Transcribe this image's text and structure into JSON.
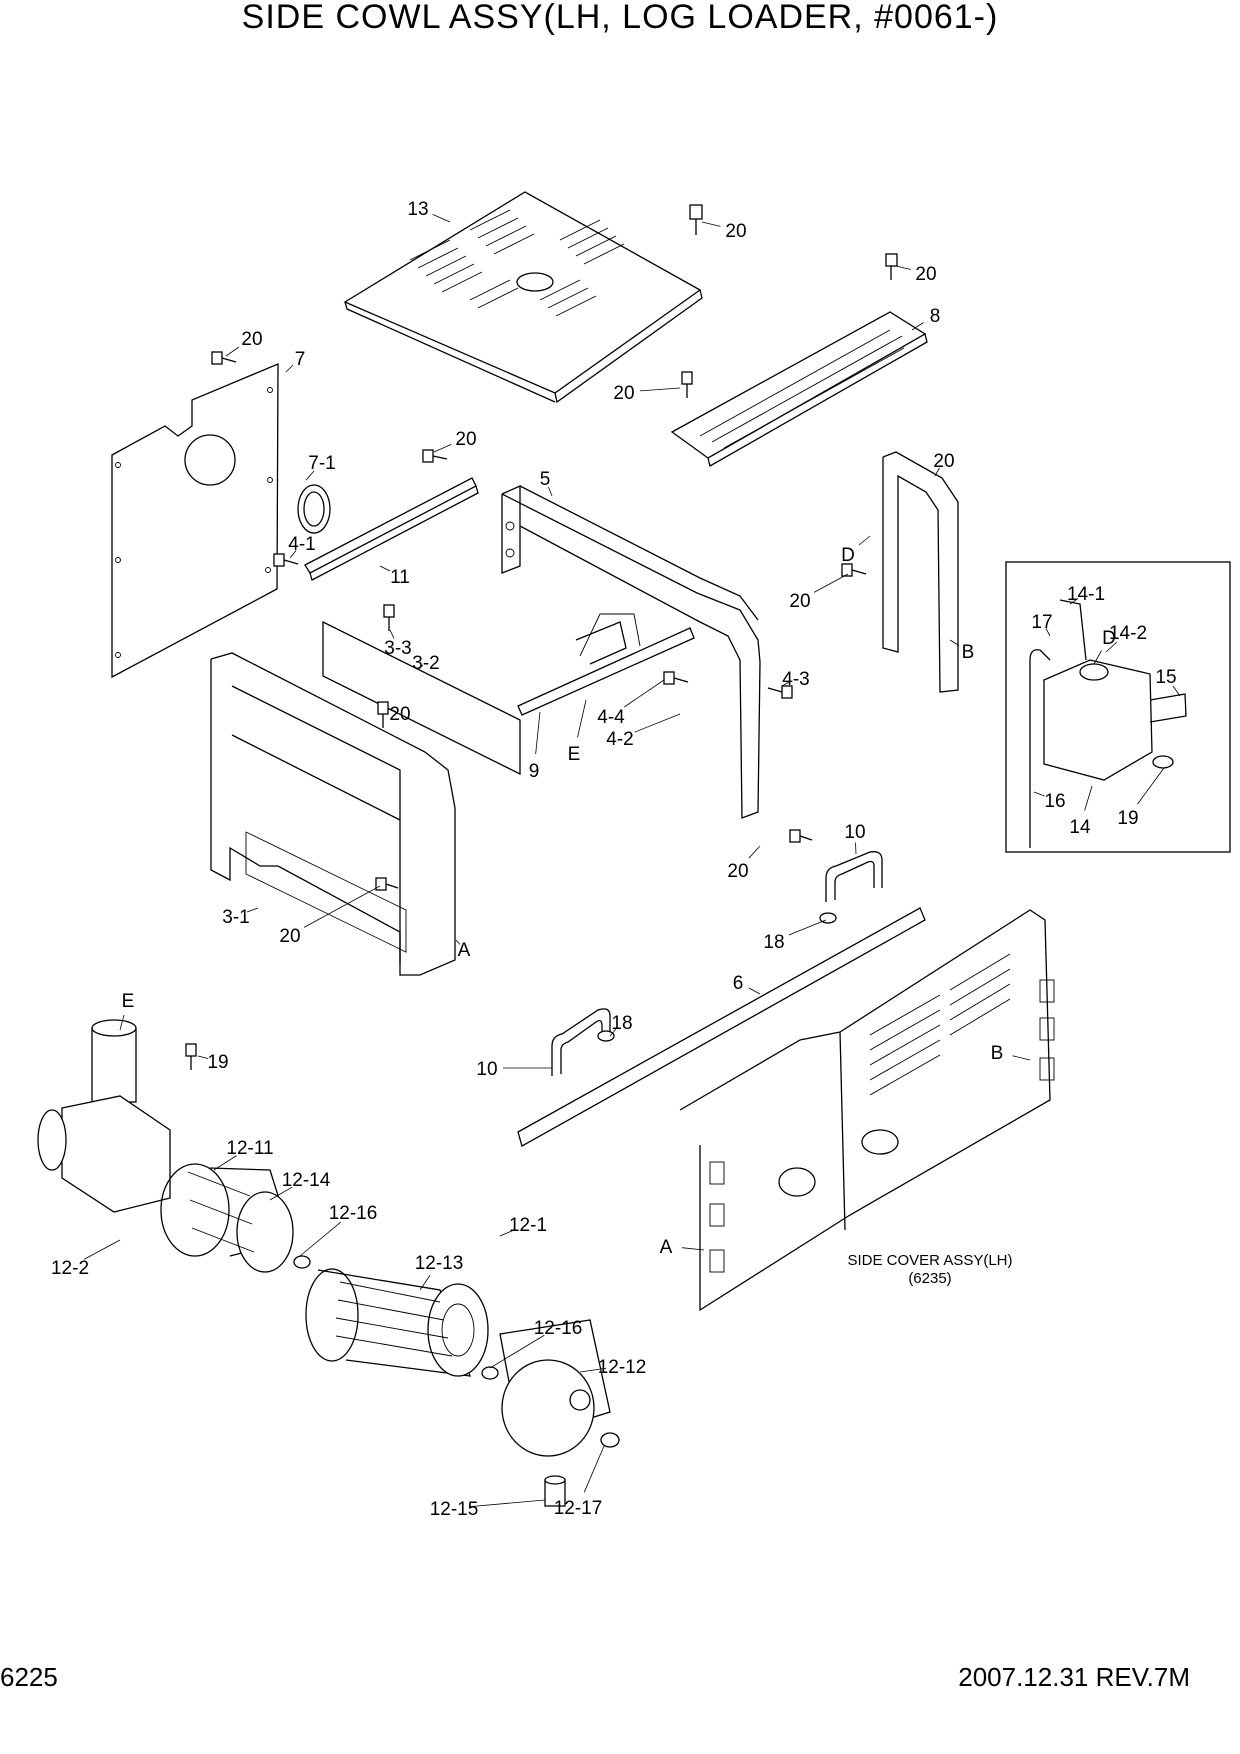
{
  "title": "SIDE COWL ASSY(LH, LOG LOADER, #0061-)",
  "footer": {
    "page_number": "6225",
    "revision": "2007.12.31 REV.7M"
  },
  "caption": {
    "line1": "SIDE COVER ASSY(LH)",
    "line2": "(6235)"
  },
  "callouts": [
    "13",
    "20",
    "20",
    "8",
    "20",
    "7",
    "20",
    "7-1",
    "20",
    "4-1",
    "5",
    "20",
    "11",
    "D",
    "20",
    "B",
    "3-3",
    "3-2",
    "20",
    "4-3",
    "4-4",
    "4-2",
    "9",
    "E",
    "10",
    "20",
    "3-1",
    "20",
    "A",
    "18",
    "6",
    "E",
    "18",
    "19",
    "10",
    "B",
    "12-11",
    "12-14",
    "12-16",
    "12-1",
    "12-2",
    "12-13",
    "A",
    "12-16",
    "12-12",
    "12-15",
    "12-17",
    "14-1",
    "17",
    "D",
    "14-2",
    "15",
    "16",
    "14",
    "19"
  ]
}
